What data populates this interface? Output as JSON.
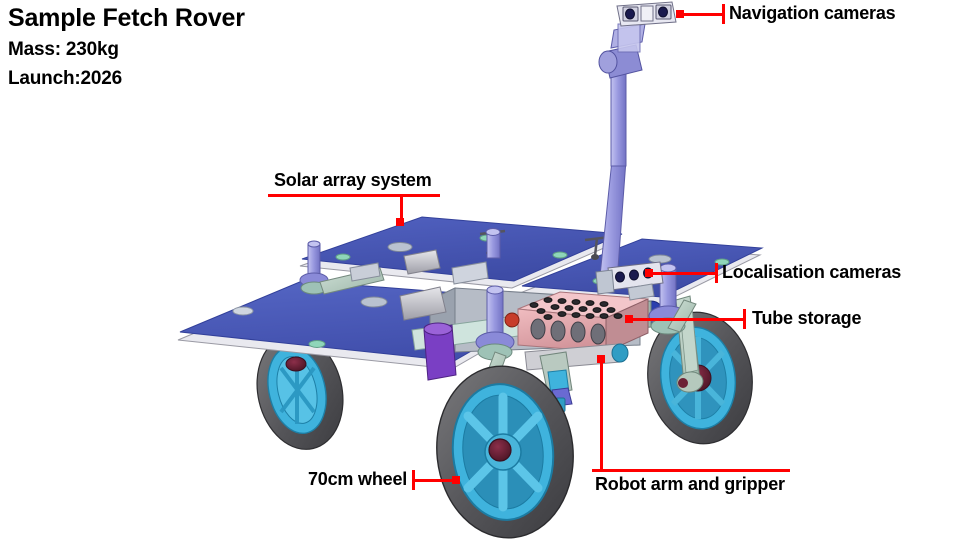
{
  "title": {
    "name": "Sample Fetch Rover",
    "mass": "Mass: 230kg",
    "launch": "Launch:2026"
  },
  "colors": {
    "leader": "#ff0000",
    "solar_panel": "#4a5ab8",
    "panel_edge": "#e8e8ee",
    "wheel_hub": "#3fb3dd",
    "tire": "#5a5a5c",
    "mast": "#9a9ae0",
    "tube_storage_box": "#e3a8ad",
    "suspension": "#b9cfc4",
    "actuator_purple": "#7a3fc4",
    "background": "#ffffff"
  },
  "callouts": [
    {
      "id": "navigation-cameras",
      "label": "Navigation cameras"
    },
    {
      "id": "solar-array-system",
      "label": "Solar array system"
    },
    {
      "id": "localisation-cameras",
      "label": "Localisation cameras"
    },
    {
      "id": "tube-storage",
      "label": "Tube storage"
    },
    {
      "id": "wheel",
      "label": "70cm wheel"
    },
    {
      "id": "robot-arm-gripper",
      "label": "Robot arm and gripper"
    }
  ],
  "subject": {
    "type": "technical-cad-rendering",
    "description": "Isometric CAD rendering of a four-wheeled Mars Sample Fetch Rover with deployed solar array panels, a vertical camera mast, a pink sample tube storage magazine, and a stowed robot arm."
  }
}
